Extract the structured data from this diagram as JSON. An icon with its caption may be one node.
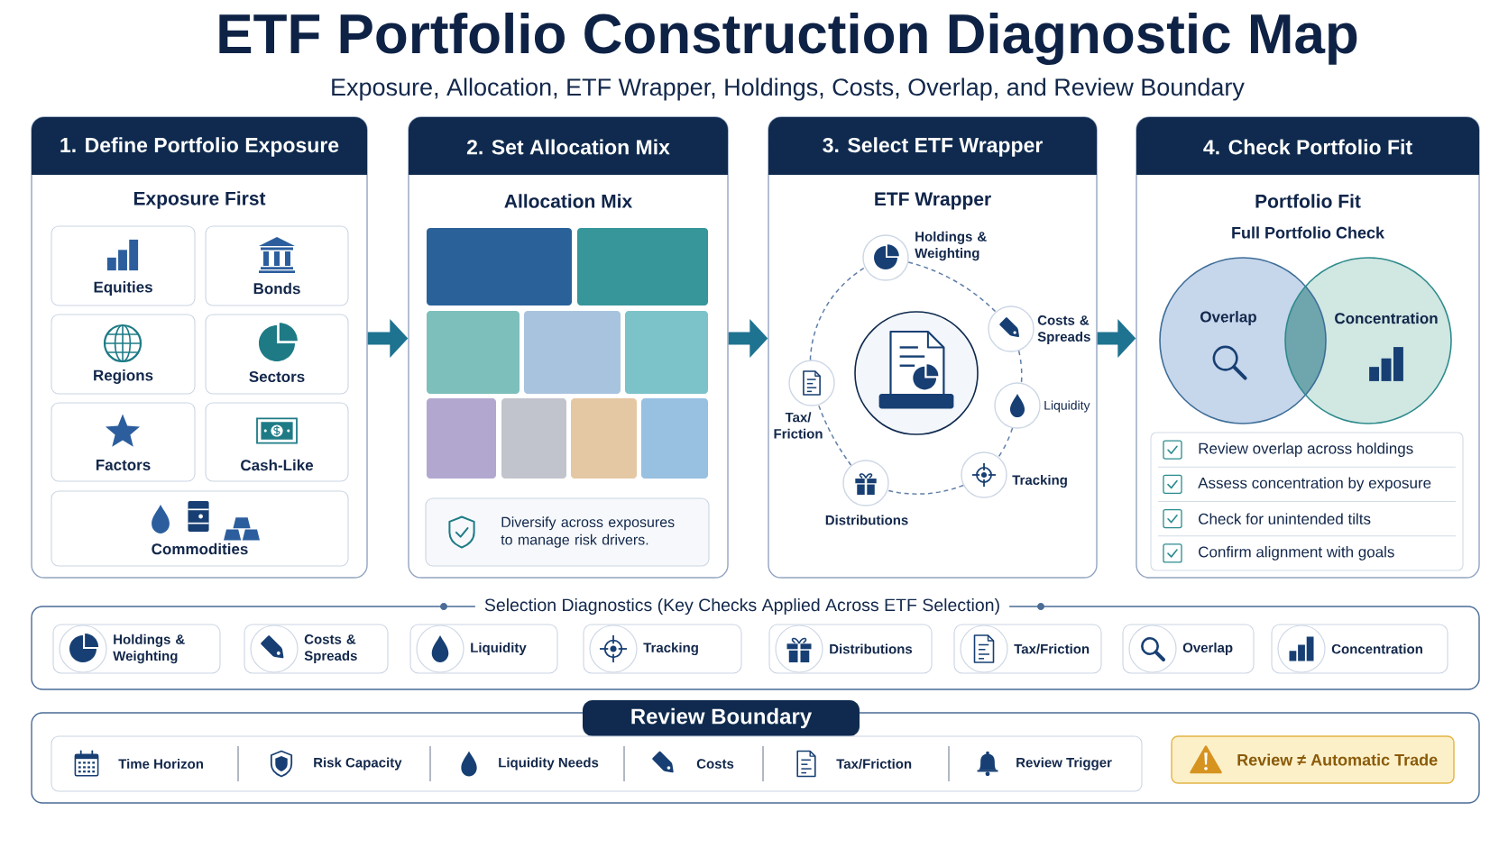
{
  "diagram": {
    "title": "ETF Portfolio Construction Diagnostic Map",
    "nodes": [
      {
        "text": [
          "1. Define Portfolio Exposure",
          "Exposure First"
        ]
      },
      {
        "text": [
          "Equities"
        ],
        "in": 0
      },
      {
        "text": [
          "Bonds"
        ],
        "in": 0
      },
      {
        "text": [
          "Regions"
        ],
        "in": 0
      },
      {
        "text": [
          "Sectors"
        ],
        "in": 0
      },
      {
        "text": [
          "Factors"
        ],
        "in": 0
      },
      {
        "text": [
          "Cash-Like"
        ],
        "in": 0
      },
      {
        "text": [
          "Commodities"
        ],
        "in": 0
      },
      {
        "text": [
          "2. Set Allocation Mix",
          "Allocation Mix"
        ]
      },
      {
        "text": [
          "Diversify across exposures to manage risk drivers."
        ],
        "in": 8
      },
      {
        "text": [
          "3. Select ETF Wrapper",
          "ETF Wrapper"
        ]
      },
      {
        "text": [],
        "shape": "circle",
        "in": 10
      },
      {
        "text": [
          "Holdings & Weighting"
        ],
        "in": 10
      },
      {
        "text": [
          "Costs & Spreads"
        ],
        "in": 10
      },
      {
        "text": [
          "Liquidity"
        ],
        "in": 10
      },
      {
        "text": [
          "Tracking"
        ],
        "in": 10
      },
      {
        "text": [
          "Distributions"
        ],
        "in": 10
      },
      {
        "text": [
          "Tax/ Friction"
        ],
        "in": 10
      },
      {
        "text": [
          "4. Check Portfolio Fit",
          "Portfolio Fit",
          "Full Portfolio Check"
        ]
      },
      {
        "text": [
          "Overlap"
        ],
        "in": 18
      },
      {
        "text": [
          "Concentration"
        ],
        "in": 18
      },
      {
        "text": [
          "Review overlap across holdings",
          "Assess concentration by exposure",
          "Check for unintended tilts",
          "Confirm alignment with goals"
        ],
        "in": 18
      },
      {
        "text": [
          "Selection Diagnostics (Key Checks Applied Across ETF Selection)"
        ]
      },
      {
        "text": [
          "Holdings & Weighting"
        ],
        "in": 22
      },
      {
        "text": [
          "Costs & Spreads"
        ],
        "in": 22
      },
      {
        "text": [
          "Liquidity"
        ],
        "in": 22
      },
      {
        "text": [
          "Tracking"
        ],
        "in": 22
      },
      {
        "text": [
          "Distributions"
        ],
        "in": 22
      },
      {
        "text": [
          "Tax/Friction"
        ],
        "in": 22
      },
      {
        "text": [
          "Overlap"
        ],
        "in": 22
      },
      {
        "text": [
          "Concentration"
        ],
        "in": 22
      },
      {
        "text": [
          "Review Boundary"
        ]
      },
      {
        "text": [
          "Time Horizon",
          "Risk Capacity",
          "Liquidity Needs",
          "Costs",
          "Tax/Friction",
          "Review Trigger"
        ],
        "in": 31
      },
      {
        "text": [
          "Review ≠ Automatic Trade"
        ],
        "in": 31
      }
    ],
    "edges": [
      {
        "from": 0,
        "to": 8,
        "arrow": "to",
        "style": "thick",
        "color": "#1e7391"
      },
      {
        "from": 8,
        "to": 10,
        "arrow": "to",
        "style": "thick",
        "color": "#1e7391"
      },
      {
        "from": 10,
        "to": 18,
        "arrow": "to",
        "style": "thick",
        "color": "#1e7391"
      },
      {
        "from": 12,
        "to": 13,
        "arrow": "none",
        "style": "dashed"
      },
      {
        "from": 13,
        "to": 14,
        "arrow": "none",
        "style": "dashed"
      },
      {
        "from": 14,
        "to": 15,
        "arrow": "none",
        "style": "dashed"
      },
      {
        "from": 15,
        "to": 16,
        "arrow": "none",
        "style": "dashed"
      },
      {
        "from": 16,
        "to": 17,
        "arrow": "none",
        "style": "dashed"
      },
      {
        "from": 17,
        "to": 12,
        "arrow": "none",
        "style": "dashed"
      }
    ],
    "labels": [
      "Exposure, Allocation, ETF Wrapper, Holdings, Costs, Overlap, and Review Boundary"
    ]
  }
}
